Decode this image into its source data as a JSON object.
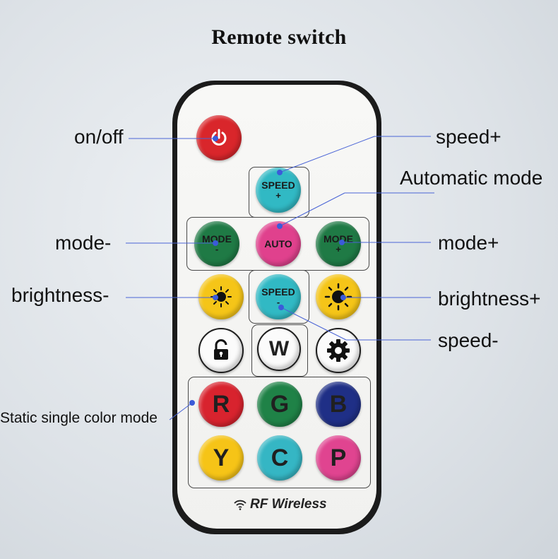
{
  "title": "Remote switch",
  "buttons": {
    "power": {
      "color": "#d9262b"
    },
    "speed_plus": {
      "label": "SPEED",
      "sub": "+",
      "color": "#31b9c4"
    },
    "mode_minus": {
      "label": "MODE",
      "sub": "-",
      "color": "#1f7a45"
    },
    "auto": {
      "label": "AUTO",
      "color": "#e0418d"
    },
    "mode_plus": {
      "label": "MODE",
      "sub": "+",
      "color": "#1f7a45"
    },
    "brightness_minus": {
      "color": "#f5c518"
    },
    "speed_minus": {
      "label": "SPEED",
      "sub": "-",
      "color": "#31b9c4"
    },
    "brightness_plus": {
      "color": "#f5c518"
    },
    "lock": {},
    "white": {
      "label": "W"
    },
    "settings": {},
    "red": {
      "label": "R",
      "color": "#d8232e"
    },
    "green": {
      "label": "G",
      "color": "#1f8247"
    },
    "blue": {
      "label": "B",
      "color": "#1f2f86"
    },
    "yellow": {
      "label": "Y",
      "color": "#f6c417"
    },
    "cyan": {
      "label": "C",
      "color": "#35b6c4"
    },
    "pink": {
      "label": "P",
      "color": "#e04490"
    }
  },
  "brand": "RF Wireless",
  "labels": {
    "on_off": "on/off",
    "speed_plus": "speed+",
    "automatic_mode": "Automatic mode",
    "mode_minus": "mode-",
    "mode_plus": "mode+",
    "brightness_minus": "brightness-",
    "brightness_plus": "brightness+",
    "speed_minus": "speed-",
    "static_color": "Static single color mode"
  },
  "annotation_color": "#3b5bd9"
}
